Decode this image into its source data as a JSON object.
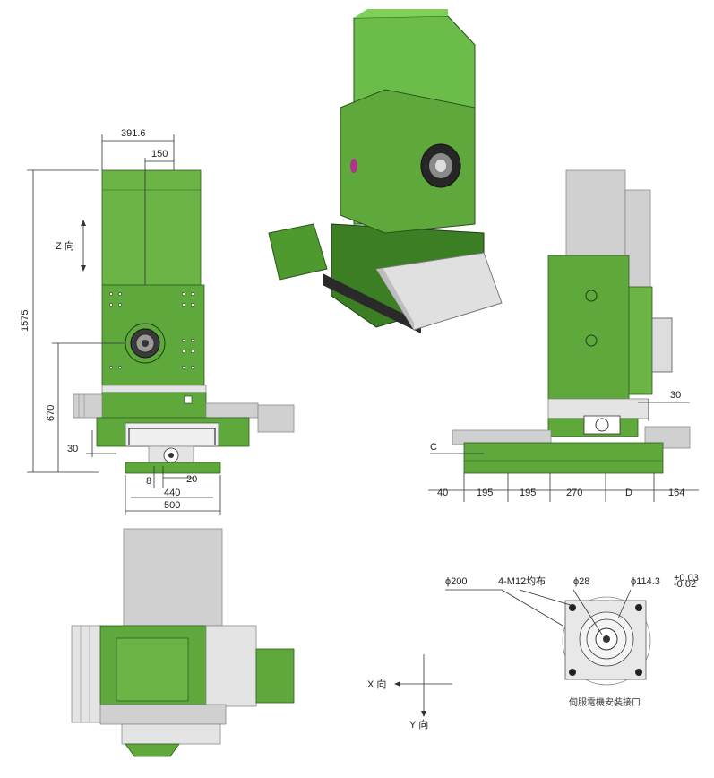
{
  "front_view": {
    "dims": {
      "w_top": "391.6",
      "w_spindle": "150",
      "h_total": "1575",
      "h_spindle": "670",
      "d_30": "30",
      "d_8": "8",
      "d_20": "20",
      "d_440": "440",
      "d_500": "500"
    },
    "z_label": "Z 向"
  },
  "side_view": {
    "dims": {
      "d_30": "30",
      "c": "C",
      "b_40": "40",
      "b_195a": "195",
      "b_195b": "195",
      "b_270": "270",
      "b_d": "D",
      "b_164": "164"
    }
  },
  "axes": {
    "x_label": "X 向",
    "y_label": "Y 向"
  },
  "motor_interface": {
    "phi200": "ϕ200",
    "bolts": "4-M12均布",
    "phi28": "ϕ28",
    "phi114": "ϕ114.3",
    "tol_upper": "+0.03",
    "tol_lower": "-0.02",
    "caption": "伺服電機安裝接口"
  },
  "colors": {
    "machine_green": "#5ea83c",
    "cover_gray": "#d0d0d0"
  }
}
